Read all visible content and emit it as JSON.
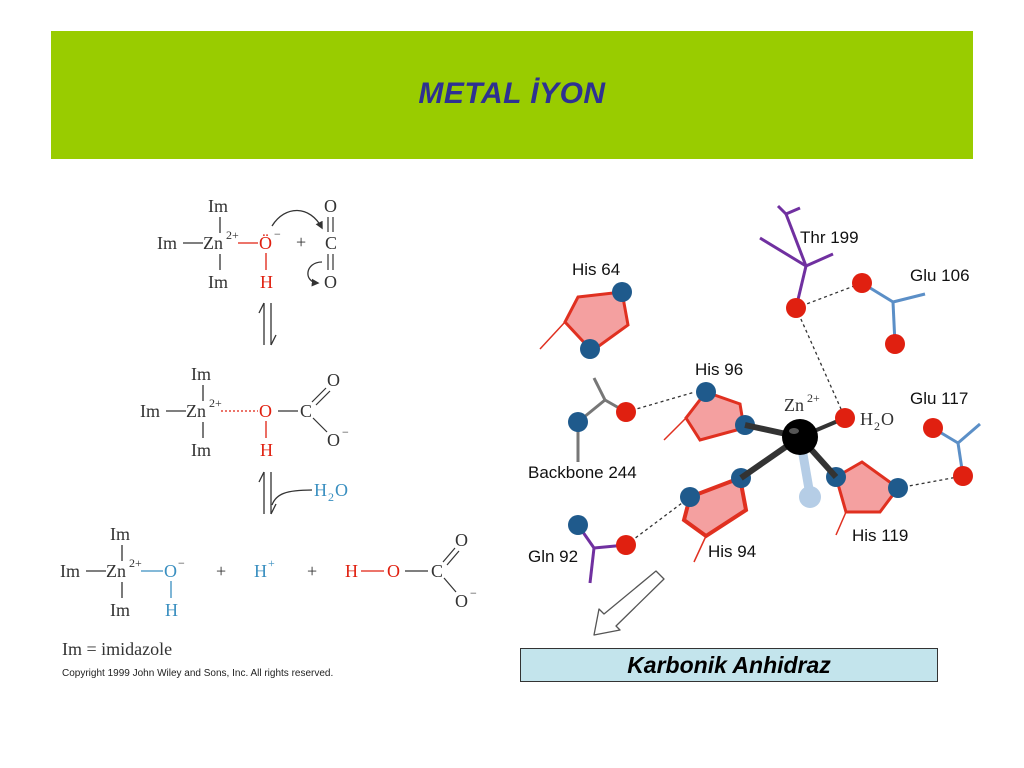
{
  "slide": {
    "title": "METAL İYON",
    "caption": "Karbonik Anhidraz"
  },
  "mechanism": {
    "im": "Im",
    "zn": "Zn",
    "charge2": "2+",
    "o": "O",
    "o_dot": "Ö",
    "h": "H",
    "c": "C",
    "minus": "−",
    "plus": "+",
    "h_plus": "H",
    "h2o": "H",
    "two": "2",
    "o_after": "O",
    "legend": "Im = imidazole",
    "copyright": "Copyright 1999 John Wiley and Sons, Inc. All rights reserved."
  },
  "active_site": {
    "labels": {
      "his64": "His 64",
      "thr199": "Thr 199",
      "glu106": "Glu 106",
      "his96": "His 96",
      "zn": "Zn",
      "zn_charge": "2+",
      "h2o_h": "H",
      "h2o_2": "2",
      "h2o_o": "O",
      "glu117": "Glu 117",
      "backbone244": "Backbone 244",
      "gln92": "Gln 92",
      "his94": "His 94",
      "his119": "His 119"
    },
    "colors": {
      "ring_fill": "#f4a0a0",
      "ring_edge": "#e03020",
      "blue_atom": "#1f5a8c",
      "red_atom": "#e02010",
      "purple": "#7030a0",
      "steel": "#5b8fc7",
      "zinc": "#000000"
    }
  }
}
